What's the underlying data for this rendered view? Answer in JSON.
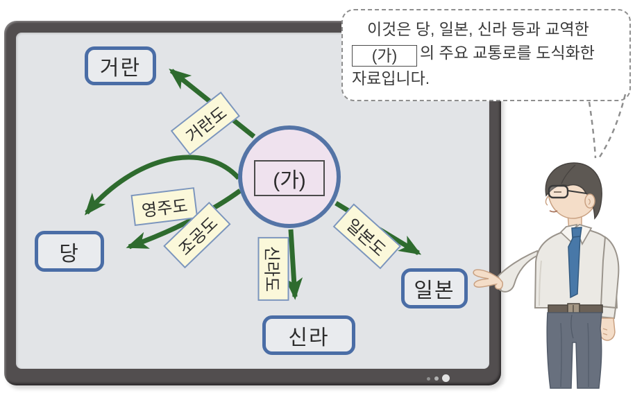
{
  "speech_bubble": {
    "line1": "이것은 당, 일본, 신라 등과 교역한",
    "blank": "(가)",
    "line2_rest": "의 주요 교통로를 도식화한",
    "line3": "자료입니다."
  },
  "board": {
    "center_label": "(가)",
    "nodes": [
      {
        "id": "khitan",
        "label": "거란"
      },
      {
        "id": "tang",
        "label": "당"
      },
      {
        "id": "silla",
        "label": "신라"
      },
      {
        "id": "japan",
        "label": "일본"
      }
    ],
    "routes": [
      {
        "id": "georan-do",
        "label": "거란도",
        "to": "거란"
      },
      {
        "id": "yeongju-do",
        "label": "영주도",
        "to": "당"
      },
      {
        "id": "jogong-do",
        "label": "조공도",
        "to": "당"
      },
      {
        "id": "silla-do",
        "label": "신라도",
        "to": "신라"
      },
      {
        "id": "ilbon-do",
        "label": "일본도",
        "to": "일본"
      }
    ]
  },
  "colors": {
    "arrow_green": "#2e6b2e",
    "node_border_blue": "#4a6da6",
    "label_yellow": "#fbf8da",
    "label_border": "#7b95be",
    "circle_fill_pink": "#efe2ee",
    "circle_border_blue": "#5474a6",
    "board_surface_gray": "#e2e4e7",
    "frame_charcoal": "#524e4f",
    "bubble_dash_gray": "#8e8e8e",
    "tie_blue": "#4878a8"
  }
}
